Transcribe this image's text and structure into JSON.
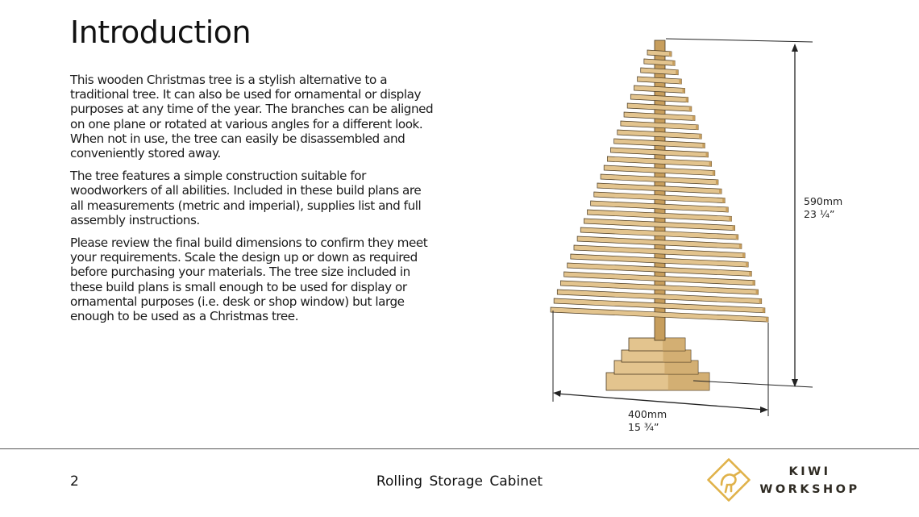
{
  "page": {
    "title": "Introduction",
    "paragraphs": [
      "This wooden Christmas tree is a stylish alternative to a traditional tree. It can also be used for ornamental or display purposes at any time of the year. The branches can be aligned on one plane or rotated at various angles for a different look. When not in use, the tree can easily be disassembled and conveniently stored away.",
      "The tree features a simple construction suitable for woodworkers of all abilities. Included in these build plans are all measurements (metric and imperial), supplies list and full assembly instructions.",
      "Please review the final build dimensions to confirm they meet your requirements. Scale the design up or down as required before purchasing your materials. The tree size included in these build plans is small enough to be used for display or ornamental purposes (i.e. desk or shop window) but large enough to be used as a Christmas tree."
    ]
  },
  "figure": {
    "height_metric": "590mm",
    "height_imperial": "23 ¼”",
    "width_metric": "400mm",
    "width_imperial": "15 ¾”",
    "wood_color": "#e3c48e",
    "wood_dark": "#c79e5d",
    "outline_color": "#4a3a22"
  },
  "footer": {
    "page_number": "2",
    "title": "Rolling Storage Cabinet",
    "logo_line1": "KIWI",
    "logo_line2": "WORKSHOP",
    "logo_color": "#e0b24a"
  }
}
